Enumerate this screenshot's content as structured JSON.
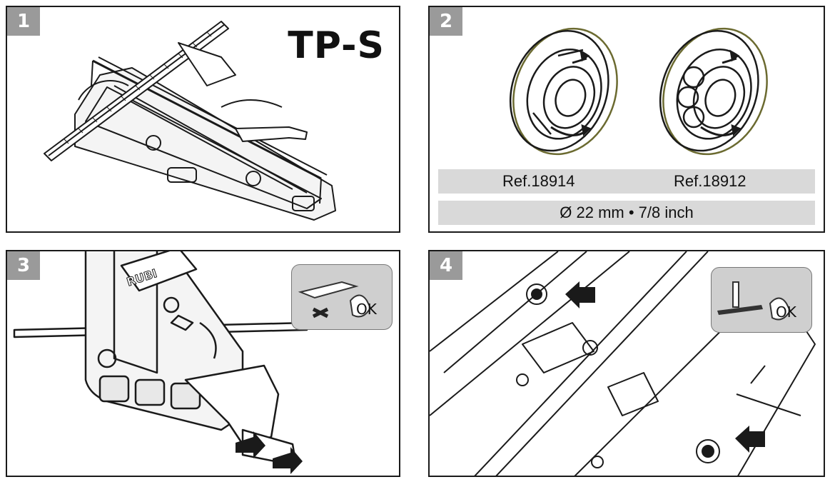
{
  "panels": [
    {
      "step": "1",
      "title": "TP-S"
    },
    {
      "step": "2",
      "ref_left": "Ref.18914",
      "ref_right": "Ref.18912",
      "diameter": "Ø 22 mm • 7/8 inch"
    },
    {
      "step": "3",
      "brand": "RUBI",
      "ok_label": "OK"
    },
    {
      "step": "4",
      "ok_label": "OK"
    }
  ]
}
